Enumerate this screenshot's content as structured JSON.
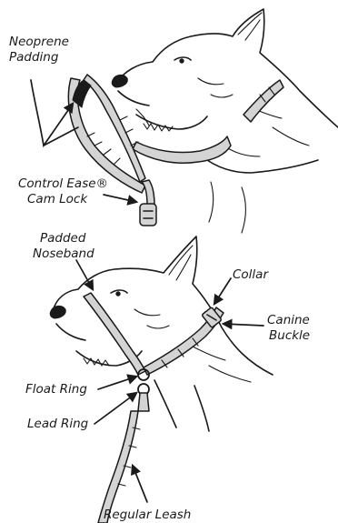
{
  "labels": {
    "neoprene_line1": "Neoprene",
    "neoprene_line2": "Padding",
    "control_line1": "Control Ease®",
    "control_line2": "Cam Lock",
    "noseband_line1": "Padded",
    "noseband_line2": "Noseband",
    "collar": "Collar",
    "canine_line1": "Canine",
    "canine_line2": "Buckle",
    "float_ring": "Float Ring",
    "lead_ring": "Lead Ring",
    "regular_leash": "Regular Leash"
  }
}
